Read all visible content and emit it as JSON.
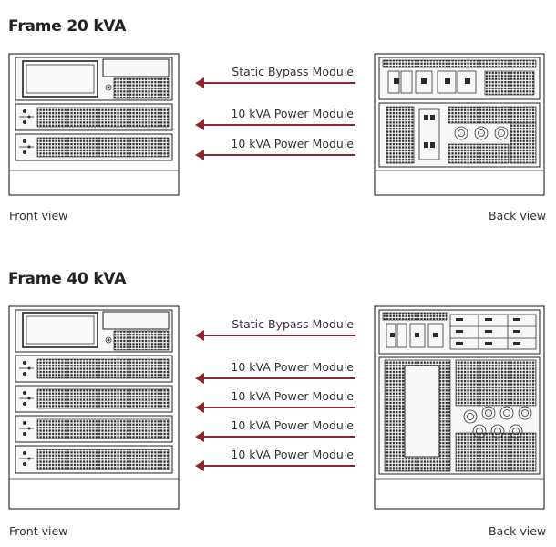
{
  "frames": [
    {
      "title": "Frame 20 kVA",
      "front_caption": "Front view",
      "back_caption": "Back view",
      "modules": [
        "Static Bypass Module",
        "10 kVA Power Module",
        "10 kVA Power Module"
      ]
    },
    {
      "title": "Frame 40 kVA",
      "front_caption": "Front view",
      "back_caption": "Back view",
      "modules": [
        "Static Bypass Module",
        "10 kVA Power Module",
        "10 kVA Power Module",
        "10 kVA Power Module",
        "10 kVA Power Module"
      ]
    }
  ],
  "colors": {
    "arrow": "#8e2630",
    "line": "#222222"
  }
}
